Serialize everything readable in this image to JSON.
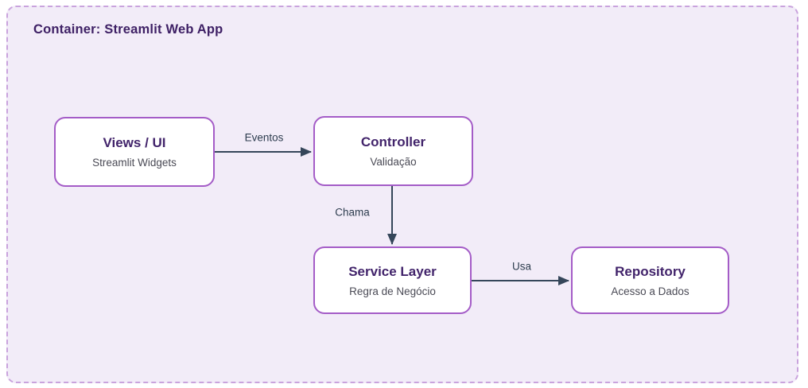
{
  "container": {
    "title": "Container: Streamlit Web App"
  },
  "nodes": [
    {
      "id": "views",
      "title": "Views / UI",
      "subtitle": "Streamlit Widgets"
    },
    {
      "id": "controller",
      "title": "Controller",
      "subtitle": "Validação"
    },
    {
      "id": "service",
      "title": "Service Layer",
      "subtitle": "Regra de Negócio"
    },
    {
      "id": "repository",
      "title": "Repository",
      "subtitle": "Acesso a Dados"
    }
  ],
  "edges": [
    {
      "from": "views",
      "to": "controller",
      "label": "Eventos"
    },
    {
      "from": "controller",
      "to": "service",
      "label": "Chama"
    },
    {
      "from": "service",
      "to": "repository",
      "label": "Usa"
    }
  ],
  "colors": {
    "container_fill": "#f2ecf8",
    "container_border": "#c9a3dd",
    "node_fill": "#ffffff",
    "node_border": "#a45cc7",
    "node_title_text": "#42246b",
    "node_subtitle_text": "#4a4a55",
    "edge_stroke": "#35465a",
    "edge_label_text": "#2e3d4f"
  }
}
